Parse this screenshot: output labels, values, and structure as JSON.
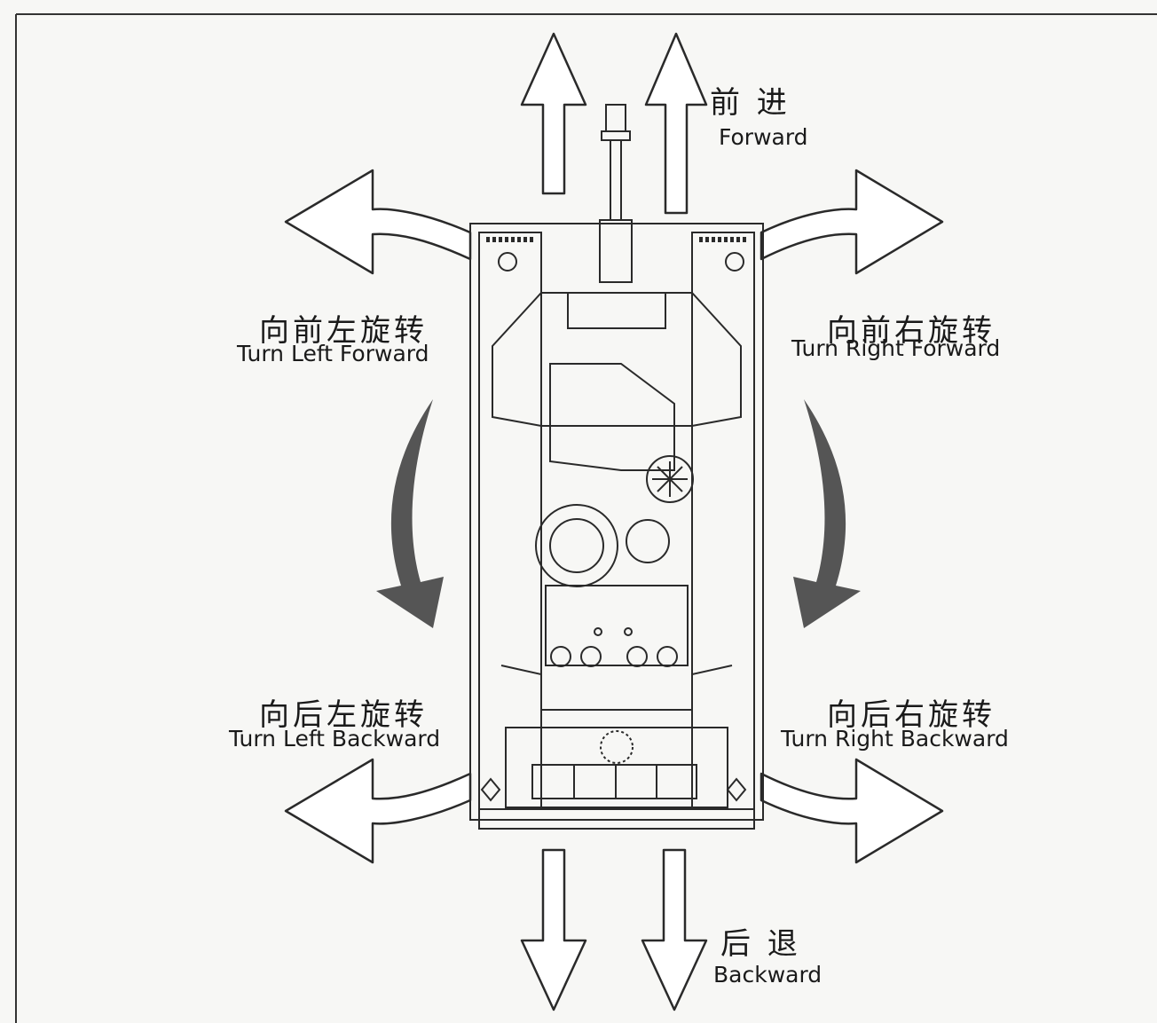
{
  "labels": {
    "forward": {
      "cn": "前 进",
      "en": "Forward"
    },
    "backward": {
      "cn": "后 退",
      "en": "Backward"
    },
    "left_forward": {
      "cn": "向前左旋转",
      "en": "Turn Left Forward"
    },
    "right_forward": {
      "cn": "向前右旋转",
      "en": "Turn Right Forward"
    },
    "left_backward": {
      "cn": "向后左旋转",
      "en": "Turn Left Backward"
    },
    "right_backward": {
      "cn": "向后右旋转",
      "en": "Turn Right Backward"
    }
  },
  "colors": {
    "line": "#2a2a2a",
    "page": "#f7f7f5",
    "arrow_fill": "#ffffff",
    "curve_arrow": "#555555"
  }
}
